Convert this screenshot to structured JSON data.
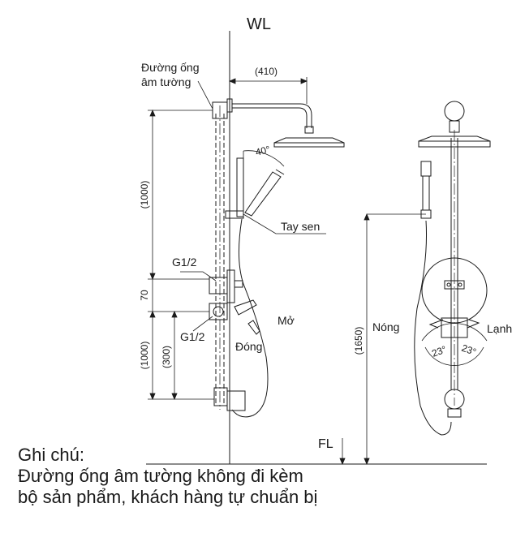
{
  "labels": {
    "wl": "WL",
    "fl": "FL",
    "pipe_line1": "Đường ống",
    "pipe_line2": "âm tường",
    "tay_sen": "Tay sen",
    "g12_top": "G1/2",
    "g12_bottom": "G1/2",
    "mo": "Mở",
    "dong": "Đóng",
    "nong": "Nóng",
    "lanh": "Lạnh"
  },
  "dimensions": {
    "arm": "(410)",
    "angle": "40°",
    "upper": "(1000)",
    "gap": "70",
    "lower": "(1000)",
    "inner": "(300)",
    "height": "(1650)",
    "angle_left": "23°",
    "angle_right": "23°"
  },
  "note": {
    "title": "Ghi chú:",
    "line1": "Đường ống âm tường không đi kèm",
    "line2": "bộ sản phẩm, khách hàng tự chuẩn bị"
  }
}
